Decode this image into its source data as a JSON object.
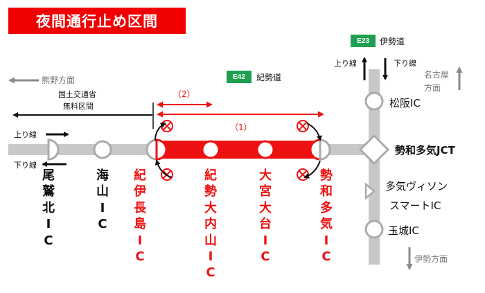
{
  "title": "夜間通行止め区間",
  "colors": {
    "closure_red": "#ee1111",
    "road_gray": "#c8c8c8",
    "badge_green": "#1fa050",
    "banner_red": "#f00000"
  },
  "routes": {
    "e23": {
      "badge": "E23",
      "name": "伊勢道"
    },
    "e42": {
      "badge": "E42",
      "name": "紀勢道"
    }
  },
  "directions": {
    "kumano": "熊野方面",
    "nagoya_line1": "名古屋",
    "nagoya_line2": "方面",
    "ise": "伊勢方面",
    "up_left": "上り線",
    "down_left": "下り線",
    "up_right": "上り線",
    "down_right": "下り線"
  },
  "free_section": {
    "line1": "国土交通省",
    "line2": "無料区間"
  },
  "sections": {
    "s1": "（1）",
    "s2": "（2）"
  },
  "interchanges": {
    "owase_kita": [
      "尾",
      "鷲",
      "北",
      "I",
      "C"
    ],
    "miyama": [
      "海",
      "山",
      "I",
      "C"
    ],
    "kii_nagashima": [
      "紀",
      "伊",
      "長",
      "島",
      "I",
      "C"
    ],
    "kisei_ouchiyama": [
      "紀",
      "勢",
      "大",
      "内",
      "山",
      "I",
      "C"
    ],
    "omiya_odai": [
      "大",
      "宮",
      "大",
      "台",
      "I",
      "C"
    ],
    "seiwa_taki": [
      "勢",
      "和",
      "多",
      "気",
      "I",
      "C"
    ],
    "matsusaka": "松阪IC",
    "seiwa_taki_jct": "勢和多気JCT",
    "taki_vison_line1": "多気ヴィソン",
    "taki_vison_line2": "スマートIC",
    "tamaki": "玉城IC"
  }
}
